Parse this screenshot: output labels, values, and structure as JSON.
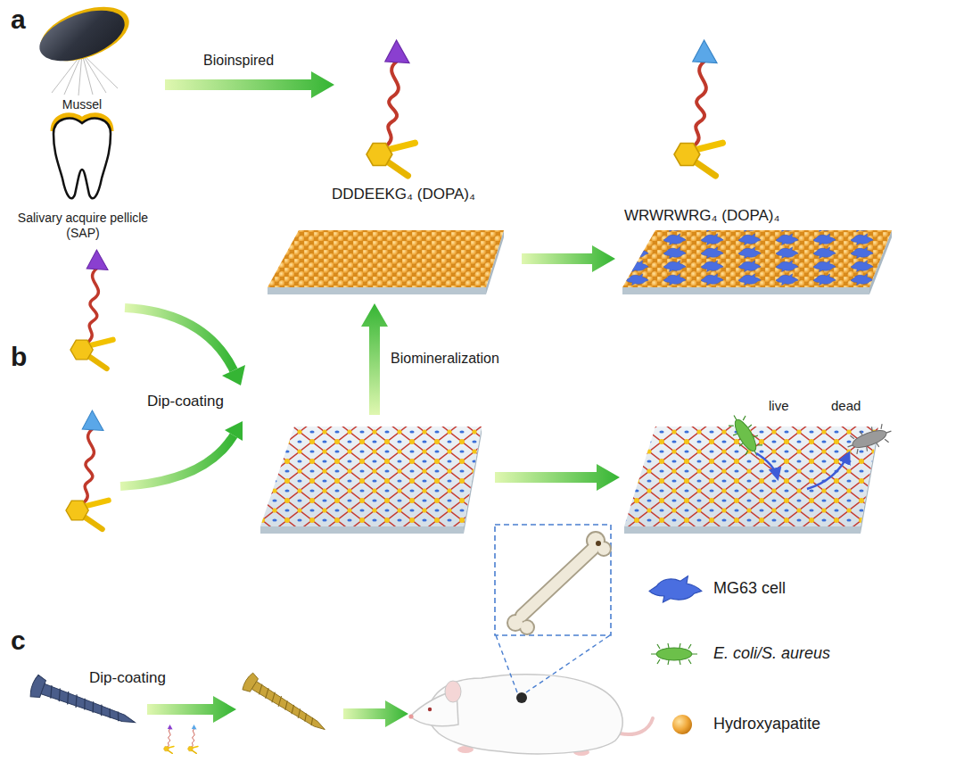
{
  "diagram": {
    "labels": [
      "a",
      "Mussel",
      "Salivary acquire pellicle (SAP)",
      "Bioinspired",
      "DDDEEKG₄ (DOPA)₄",
      "WRWRWRG₄ (DOPA)₄",
      "b",
      "Dip-coating",
      "Biomineralization",
      "live",
      "dead",
      "c",
      "Dip-coating"
    ],
    "legend": [
      {
        "text": "MG63 cell"
      },
      {
        "text": "E. coli/S. aureus"
      },
      {
        "text": "Hydroxyapatite"
      }
    ]
  }
}
